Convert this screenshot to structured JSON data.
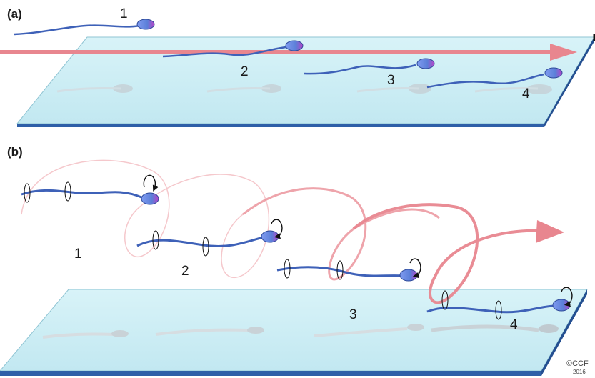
{
  "panels": {
    "a": {
      "label": "(a)",
      "sperm_labels": [
        "1",
        "2",
        "3",
        "4"
      ]
    },
    "b": {
      "label": "(b)",
      "sperm_labels": [
        "1",
        "2",
        "3",
        "4"
      ]
    }
  },
  "copyright": {
    "line1": "©CCF",
    "line2": "2016"
  },
  "colors": {
    "glass_fill": "#cdeef5",
    "glass_edge": "#2e5fa8",
    "arrow": "#e8868f",
    "tail": "#3e61b8",
    "head": "#5b7fd8",
    "head_tip": "#b544c8",
    "shadow": "#c9d3d8"
  }
}
